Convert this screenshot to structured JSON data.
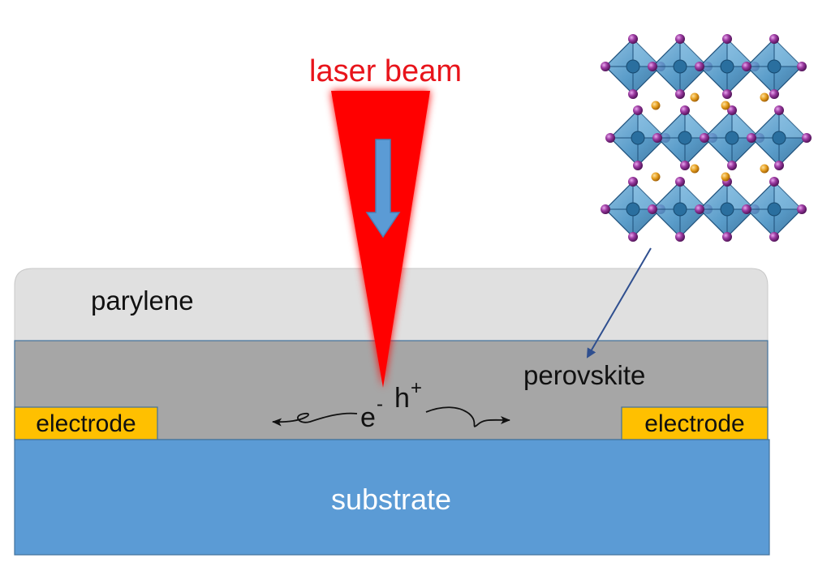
{
  "labels": {
    "laser_beam": "laser beam",
    "parylene": "parylene",
    "perovskite": "perovskite",
    "electrode_left": "electrode",
    "electrode_right": "electrode",
    "substrate": "substrate",
    "electron": "e",
    "electron_charge": "-",
    "hole": "h",
    "hole_charge": "+"
  },
  "colors": {
    "laser": "#ff0000",
    "laser_text": "#e8141b",
    "beam_arrow": "#5b9bd5",
    "parylene": "#e0e0e0",
    "perovskite": "#a6a6a6",
    "electrode": "#ffc000",
    "substrate": "#5b9bd5",
    "octahedron": "#3d8bc0",
    "halide_atom": "#8b2d8f",
    "cation_atom": "#e7a020",
    "pointer_arrow": "#2f4f8f"
  },
  "icons": {
    "crystal": "perovskite-crystal-structure-icon",
    "beam_arrow": "down-arrow-icon",
    "pointer": "diagonal-arrow-icon"
  }
}
